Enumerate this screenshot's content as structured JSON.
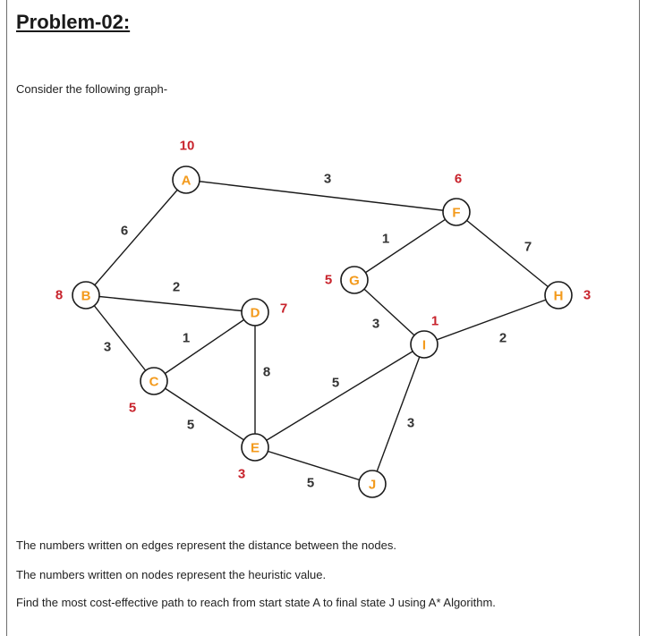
{
  "document": {
    "title": "Problem-02:",
    "intro": "Consider the following graph-",
    "notes": [
      "The numbers written on edges represent the distance between the nodes.",
      "The numbers written on nodes represent the heuristic value.",
      "Find the most cost-effective path to reach from start state A to final state J using A* Algorithm."
    ]
  },
  "graph": {
    "colors": {
      "node_letter": "#f39a1c",
      "heuristic": "#c8232c",
      "edge_weight": "#333333",
      "edge": "#1a1a1a"
    },
    "nodes": [
      {
        "id": "A",
        "heuristic": "10"
      },
      {
        "id": "B",
        "heuristic": "8"
      },
      {
        "id": "C",
        "heuristic": "5"
      },
      {
        "id": "D",
        "heuristic": "7"
      },
      {
        "id": "E",
        "heuristic": "3"
      },
      {
        "id": "F",
        "heuristic": "6"
      },
      {
        "id": "G",
        "heuristic": "5"
      },
      {
        "id": "H",
        "heuristic": "3"
      },
      {
        "id": "I",
        "heuristic": "1"
      },
      {
        "id": "J",
        "heuristic": ""
      }
    ],
    "edges": [
      {
        "from": "A",
        "to": "F",
        "weight": "3"
      },
      {
        "from": "A",
        "to": "B",
        "weight": "6"
      },
      {
        "from": "B",
        "to": "D",
        "weight": "2"
      },
      {
        "from": "B",
        "to": "C",
        "weight": "3"
      },
      {
        "from": "C",
        "to": "D",
        "weight": "1"
      },
      {
        "from": "C",
        "to": "E",
        "weight": "5"
      },
      {
        "from": "D",
        "to": "E",
        "weight": "8"
      },
      {
        "from": "E",
        "to": "I",
        "weight": "5"
      },
      {
        "from": "E",
        "to": "J",
        "weight": "5"
      },
      {
        "from": "F",
        "to": "G",
        "weight": "1"
      },
      {
        "from": "F",
        "to": "H",
        "weight": "7"
      },
      {
        "from": "G",
        "to": "I",
        "weight": "3"
      },
      {
        "from": "H",
        "to": "I",
        "weight": "2"
      },
      {
        "from": "I",
        "to": "J",
        "weight": "3"
      }
    ]
  }
}
